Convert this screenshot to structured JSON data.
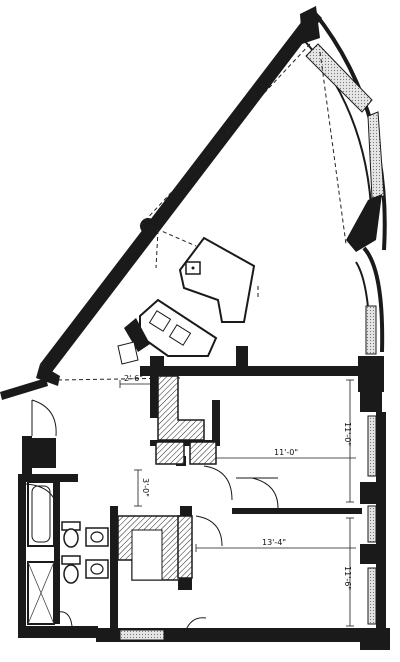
{
  "dimensions": {
    "nook_width": "2'-6\"",
    "bedroom1_width": "11'-0\"",
    "bedroom1_depth": "11'-0\"",
    "bedroom2_width": "13'-4\"",
    "bedroom2_depth": "11'-6\"",
    "closet_depth": "3'-0\""
  }
}
